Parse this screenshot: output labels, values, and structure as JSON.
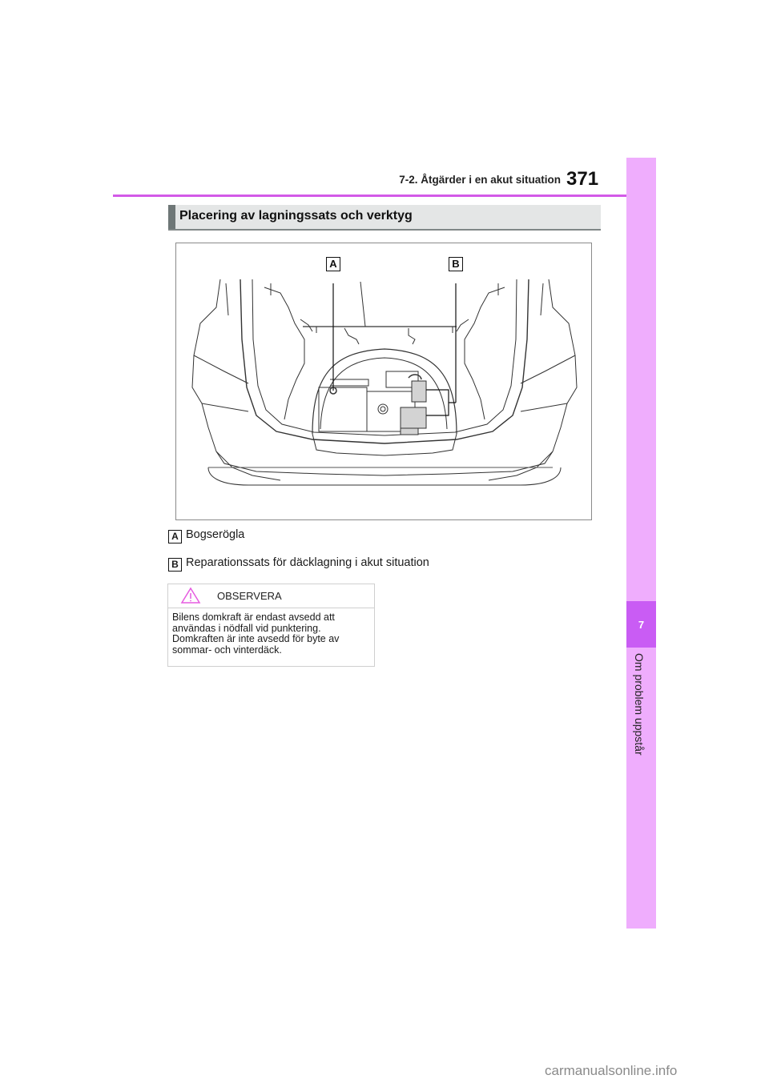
{
  "header": {
    "section_title": "7-2. Åtgärder i en akut situation",
    "page_number": "371",
    "accent_color": "#d35ae8"
  },
  "sidebar": {
    "chapter_number": "7",
    "chapter_title": "Om problem uppstår",
    "tab_color": "#c95cf4",
    "strip_color": "#efadfd"
  },
  "section": {
    "heading": "Placering av lagningssats och verktyg"
  },
  "figure": {
    "description": "Line drawing of car rear with open trunk showing under-floor storage",
    "callouts": [
      {
        "key": "A",
        "label": "Bogserögla"
      },
      {
        "key": "B",
        "label": "Reparationssats för däcklagning i akut situation"
      }
    ]
  },
  "legend": [
    {
      "key": "A",
      "text": "Bogserögla"
    },
    {
      "key": "B",
      "text": "Reparationssats för däcklagning i akut situation"
    }
  ],
  "notice": {
    "icon": "warning-triangle-icon",
    "title": "OBSERVERA",
    "lines": [
      "Bilens domkraft är endast avsedd att",
      "användas i nödfall vid punktering.",
      "Domkraften är inte avsedd för byte av",
      "sommar- och vinterdäck."
    ]
  },
  "watermark": "carmanualsonline.info"
}
